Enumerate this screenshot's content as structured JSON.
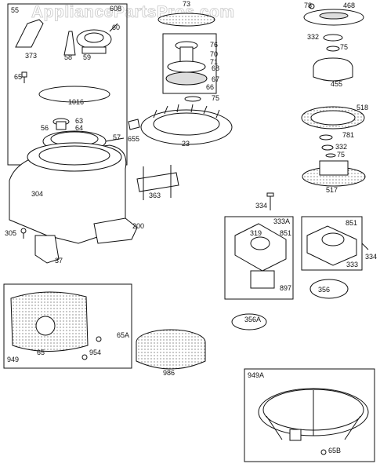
{
  "watermark": "AppliancePartsPros.com",
  "labels": [
    "55",
    "608",
    "60",
    "373",
    "58",
    "59",
    "65",
    "1016",
    "63",
    "64",
    "56",
    "57",
    "655",
    "304",
    "305",
    "37",
    "73",
    "76",
    "70",
    "71",
    "68",
    "67",
    "66",
    "75",
    "23",
    "363",
    "200",
    "78",
    "468",
    "332",
    "75",
    "455",
    "518",
    "781",
    "332",
    "75",
    "517",
    "334",
    "333A",
    "319",
    "851",
    "897",
    "851",
    "334",
    "333",
    "356",
    "356A",
    "949",
    "65A",
    "954",
    "65",
    "986",
    "949A",
    "65B"
  ]
}
